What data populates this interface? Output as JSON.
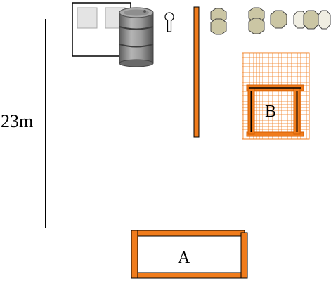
{
  "diagram": {
    "dimension": {
      "label": "23m"
    },
    "zones": [
      {
        "id": "A",
        "label": "A"
      },
      {
        "id": "B",
        "label": "B"
      }
    ],
    "colors": {
      "orange": "#f07c1c",
      "orange_dark": "#d55e00",
      "stone_fill": "#cbc6a4",
      "stone_light": "#f0eee2",
      "barrel": "#8c8c8c",
      "line": "#000000"
    }
  }
}
